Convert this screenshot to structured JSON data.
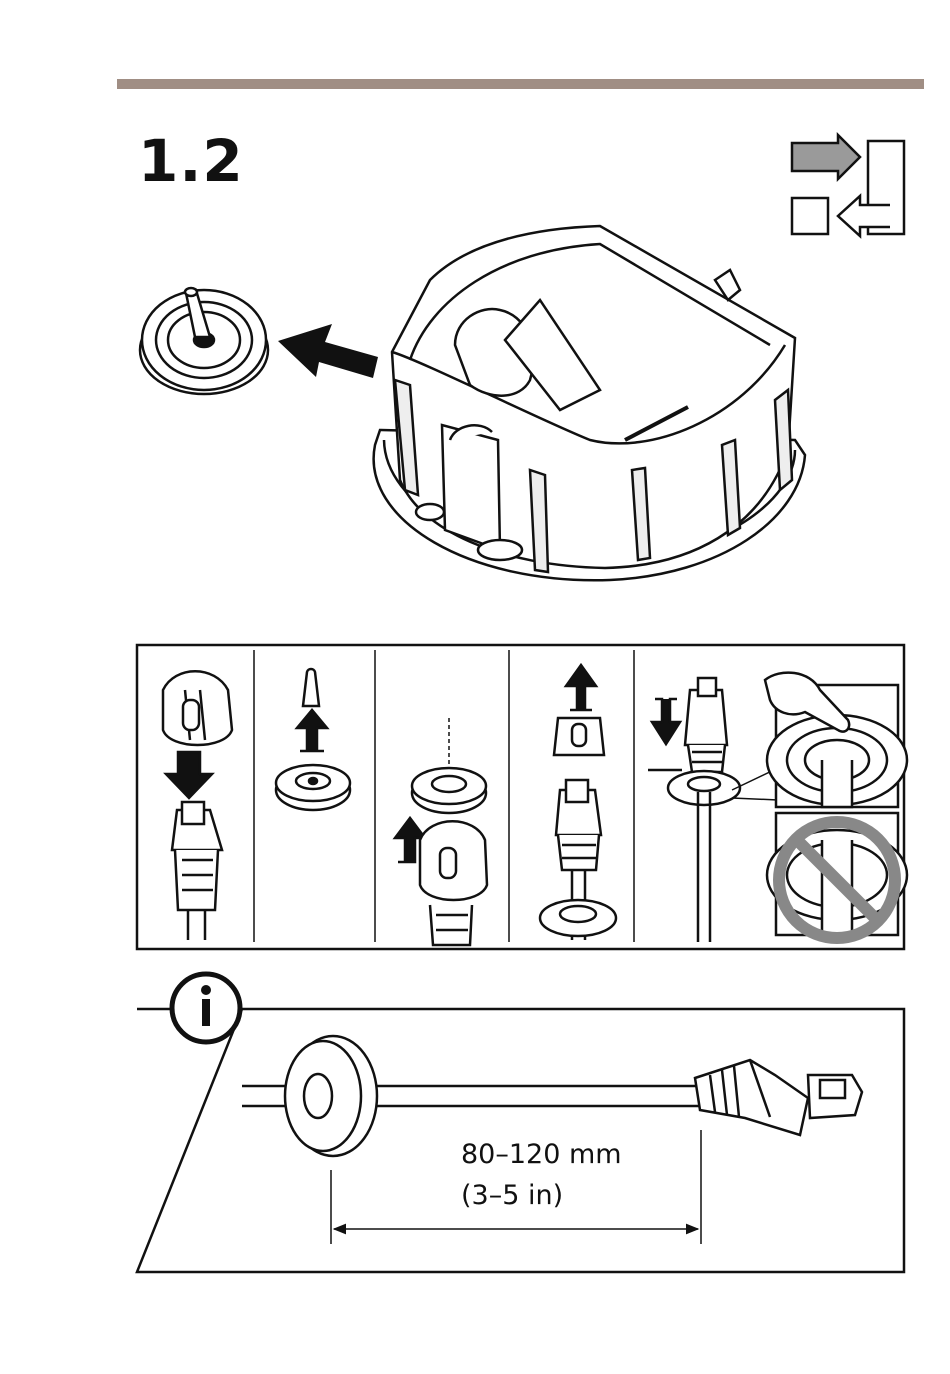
{
  "header": {
    "bar_color": "#a08e84",
    "step_number": "1.2"
  },
  "icons": {
    "top_right": "in-out-reference-icon",
    "info": "info-icon"
  },
  "info_panel": {
    "dimension_mm": "80–120 mm",
    "dimension_in": "(3–5 in)"
  }
}
